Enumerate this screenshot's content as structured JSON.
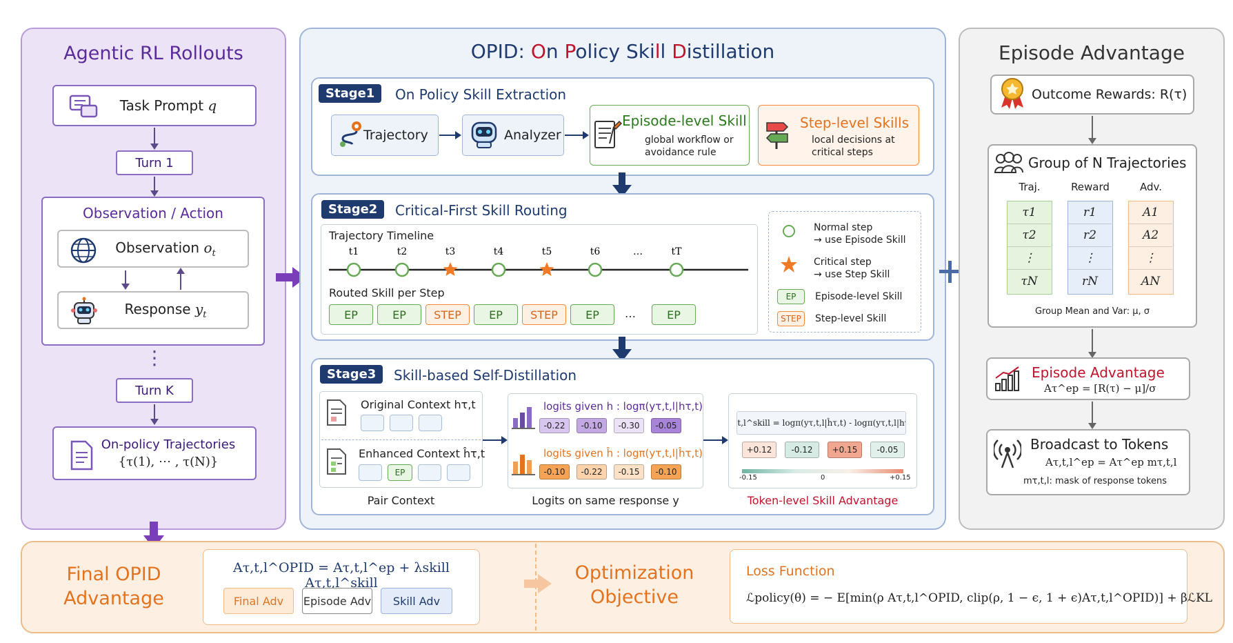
{
  "colors": {
    "left_panel_bg": "#ece4f6",
    "left_panel_border": "#b79ad8",
    "center_panel_bg": "#eef3fa",
    "center_panel_border": "#9fb4d8",
    "right_panel_bg": "#f2f2f2",
    "bottom_panel_bg": "#fdf0e3",
    "bottom_panel_border": "#efbb88",
    "navy": "#1f3a6e",
    "orange": "#e3731f",
    "red": "#c0142c",
    "green": "#66aa55",
    "purple": "#5b2b9a"
  },
  "left": {
    "title": "Agentic RL Rollouts",
    "task_prompt": "Task Prompt",
    "task_var": "q",
    "turn1": "Turn 1",
    "obs_action_title": "Observation / Action",
    "observation": "Observation",
    "observation_var": "o",
    "observation_sub": "t",
    "response": "Response",
    "response_var": "y",
    "response_sub": "t",
    "dots": "⋮",
    "turnk": "Turn K",
    "onpolicy": "On-policy Trajectories",
    "onpolicy_set": "{τ(1), ⋯ , τ(N)}"
  },
  "center": {
    "title_prefix": "OPID: ",
    "title_O": "O",
    "title_n": "n ",
    "title_P": "P",
    "title_olicy": "olicy Ski",
    "title_l": "l",
    "title_l2": "l ",
    "title_D": "D",
    "title_rest": "istillation",
    "stage1": {
      "tag": "Stage1",
      "title": "On Policy Skill Extraction",
      "trajectory": "Trajectory",
      "analyzer": "Analyzer",
      "episode_title": "Episode-level Skill",
      "episode_desc1": "global workflow or",
      "episode_desc2": "avoidance rule",
      "step_title": "Step-level Skills",
      "step_desc1": "local decisions at",
      "step_desc2": "critical steps"
    },
    "stage2": {
      "tag": "Stage2",
      "title": "Critical-First Skill Routing",
      "timeline_label": "Trajectory Timeline",
      "ticks": [
        "t1",
        "t2",
        "t3",
        "t4",
        "t5",
        "t6",
        "…",
        "tT"
      ],
      "routed_label": "Routed Skill per Step",
      "chips": [
        "EP",
        "EP",
        "STEP",
        "EP",
        "STEP",
        "EP",
        "…",
        "EP"
      ],
      "legend_normal1": "Normal step",
      "legend_normal2": "→ use Episode Skill",
      "legend_critical1": "Critical step",
      "legend_critical2": "→ use Step Skill",
      "legend_ep_chip": "EP",
      "legend_ep_text": "Episode-level Skill",
      "legend_step_chip": "STEP",
      "legend_step_text": "Step-level Skill"
    },
    "stage3": {
      "tag": "Stage3",
      "title": "Skill-based Self-Distillation",
      "orig_ctx": "Original Context hτ,t",
      "enh_ctx": "Enhanced Context ĥτ,t",
      "enh_chip": "EP",
      "pair_label": "Pair Context",
      "logits_h": "logits given h : logπ(yτ,t,l|hτ,t)",
      "logits_hh": "logits given ĥ : logπ(yτ,t,l|ĥτ,t)",
      "logits_h_values": [
        "-0.22",
        "-0.10",
        "-0.30",
        "-0.05"
      ],
      "logits_hh_values": [
        "-0.10",
        "-0.22",
        "-0.15",
        "-0.10"
      ],
      "logits_label": "Logits on same response y",
      "adv_formula": "Aτ,t,l^skill = logπ(yτ,t,l|ĥτ,t) - logπ(yτ,t,l|hτ,t)",
      "adv_values": [
        "+0.12",
        "-0.12",
        "+0.15",
        "-0.05"
      ],
      "scale_min": "-0.15",
      "scale_mid": "0",
      "scale_max": "+0.15",
      "adv_label": "Token-level Skill Advantage"
    }
  },
  "right": {
    "title": "Episode Advantage",
    "outcome": "Outcome Rewards: R(τ)",
    "group_title": "Group of N Trajectories",
    "col_traj": "Traj.",
    "col_reward": "Reward",
    "col_adv": "Adv.",
    "traj_cells": [
      "τ1",
      "τ2",
      "⋮",
      "τN"
    ],
    "reward_cells": [
      "r1",
      "r2",
      "⋮",
      "rN"
    ],
    "adv_cells": [
      "A1",
      "A2",
      "⋮",
      "AN"
    ],
    "group_mean": "Group Mean and Var: μ, σ",
    "episode_adv_title": "Episode Advantage",
    "episode_adv_formula": "Aτ^ep = [R(τ) − μ]/σ",
    "broadcast_title": "Broadcast to Tokens",
    "broadcast_formula": "Aτ,t,l^ep = Aτ^ep mτ,t,l",
    "broadcast_mask": "mτ,t,l: mask of response tokens"
  },
  "bottom": {
    "final_title1": "Final OPID",
    "final_title2": "Advantage",
    "formula": "Aτ,t,l^OPID = Aτ,t,l^ep + λskill Aτ,t,l^skill",
    "chip_final": "Final Adv",
    "chip_episode": "Episode Adv",
    "chip_skill": "Skill Adv",
    "opt_title1": "Optimization",
    "opt_title2": "Objective",
    "loss_label": "Loss Function",
    "loss_formula": "ℒpolicy(θ) = − E[min(ρ Aτ,t,l^OPID, clip(ρ, 1 − ϵ, 1 + ϵ)Aτ,t,l^OPID)] + βℒKL"
  }
}
